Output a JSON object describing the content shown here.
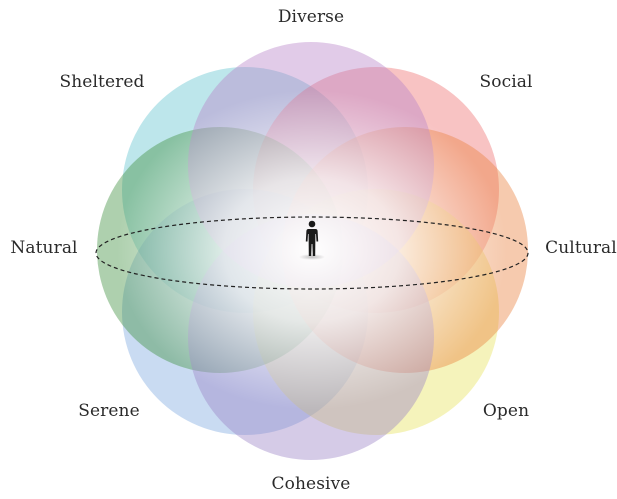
{
  "labels": {
    "top": "Diverse",
    "top_left": "Sheltered",
    "top_right": "Social",
    "left": "Natural",
    "right": "Cultural",
    "bottom_left": "Serene",
    "bottom_right": "Open",
    "bottom": "Cohesive"
  },
  "circles": [
    {
      "name": "sheltered",
      "color": "#62c4d0"
    },
    {
      "name": "social",
      "color": "#ef6f6f"
    },
    {
      "name": "serene",
      "color": "#7fa9e0"
    },
    {
      "name": "open",
      "color": "#e6e35c"
    },
    {
      "name": "natural",
      "color": "#3d8f3e"
    },
    {
      "name": "cultural",
      "color": "#e9813f"
    },
    {
      "name": "diverse",
      "color": "#b784c8"
    },
    {
      "name": "cohesive",
      "color": "#9a82c6"
    }
  ],
  "center_glow": "#ffffff",
  "ellipse_color": "#222222",
  "figure_icon": "person-icon"
}
